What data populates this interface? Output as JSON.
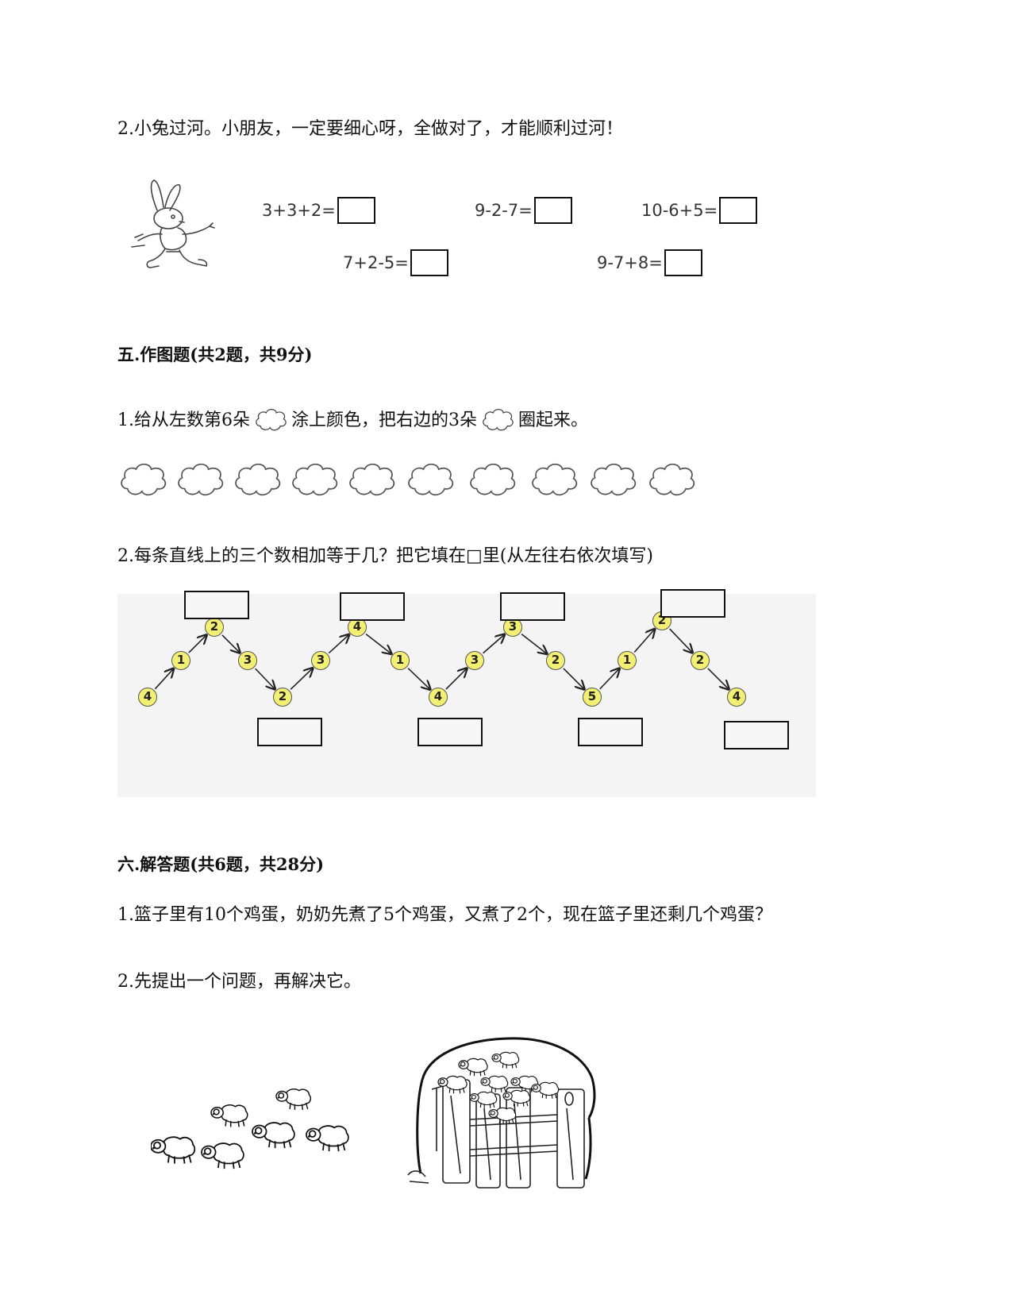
{
  "section4": {
    "q2": {
      "text": "2.小兔过河。小朋友，一定要细心呀，全做对了，才能顺利过河！",
      "illustration": "rabbit-walking",
      "equations": [
        "3+3+2=",
        "9-2-7=",
        "10-6+5=",
        "7+2-5=",
        "9-7+8="
      ]
    }
  },
  "section5": {
    "heading": "五.作图题(共2题，共9分)",
    "q1": {
      "text_a": "1.给从左数第6朵",
      "text_b": "涂上颜色，把右边的3朵",
      "text_c": "圈起来。",
      "cloud_count": 10
    },
    "q2": {
      "text": "2.每条直线上的三个数相加等于几？把它填在□里(从左往右依次填写)",
      "numbers": [
        "4",
        "1",
        "2",
        "3",
        "2",
        "3",
        "4",
        "1",
        "4",
        "3",
        "3",
        "2",
        "5",
        "1",
        "2",
        "2",
        "4"
      ],
      "number_color": "#f2ef72"
    }
  },
  "section6": {
    "heading": "六.解答题(共6题，共28分)",
    "q1": {
      "text": "1.篮子里有10个鸡蛋，奶奶先煮了5个鸡蛋，又煮了2个，现在篮子里还剩几个鸡蛋？"
    },
    "q2": {
      "text": "2.先提出一个问题，再解决它。",
      "illustration_left": "sheep-group-outside",
      "illustration_right": "sheep-pen-with-fence"
    }
  }
}
